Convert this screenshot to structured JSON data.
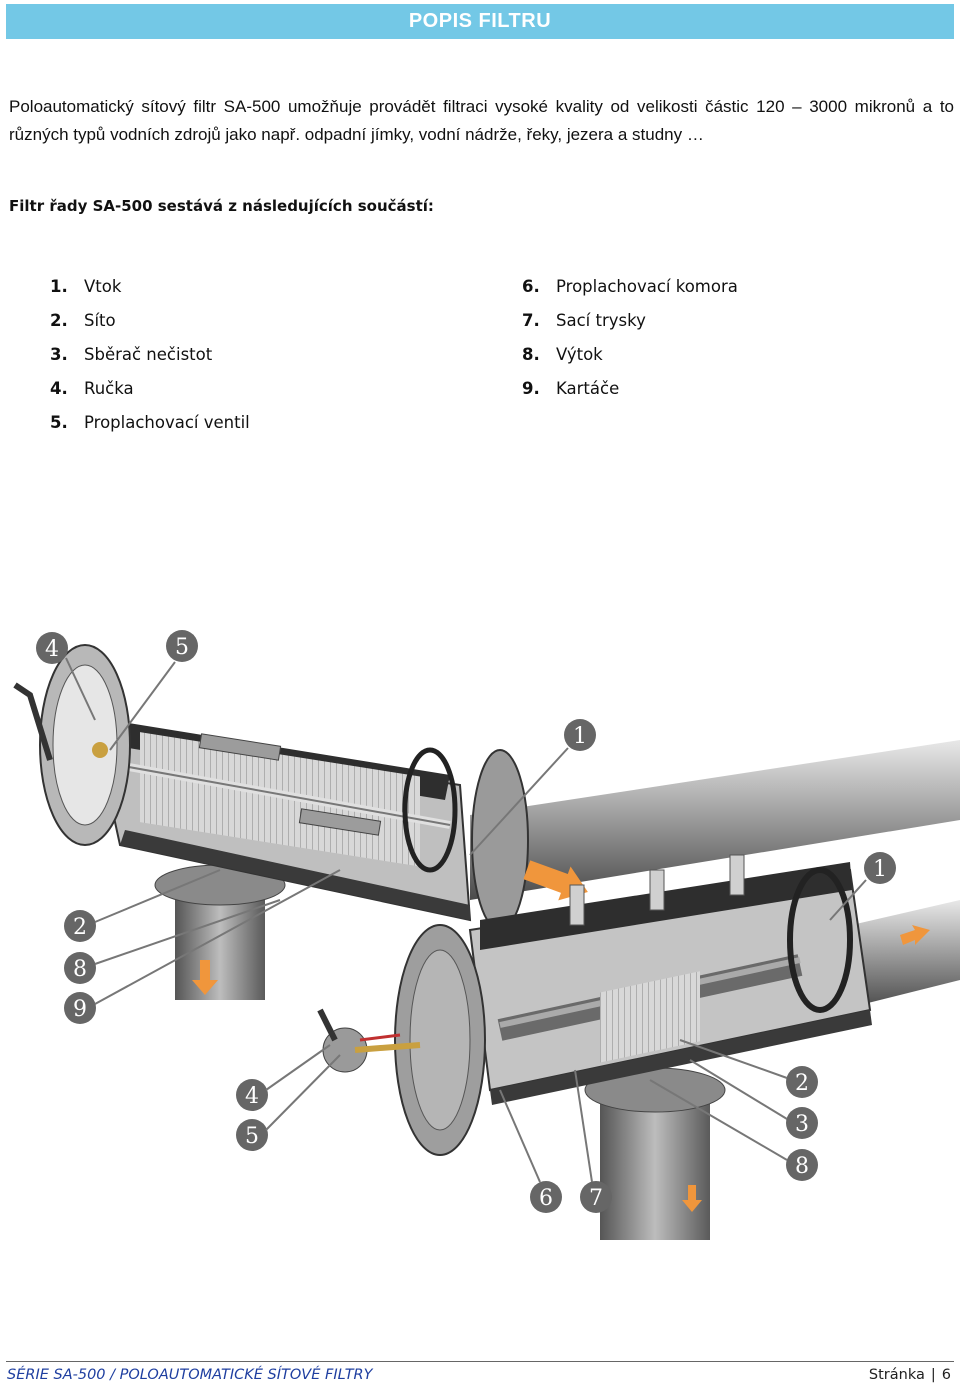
{
  "header": {
    "title": "POPIS FILTRU"
  },
  "intro": {
    "text": "Poloautomatický sítový filtr SA-500 umožňuje provádět filtraci vysoké kvality od velikosti částic 120 – 3000 mikronů a to různých typů vodních zdrojů jako např. odpadní jímky, vodní nádrže, řeky, jezera a studny …"
  },
  "components": {
    "heading": "Filtr řady SA-500 sestává z následujících součástí:",
    "left": [
      {
        "num": "1.",
        "label": "Vtok"
      },
      {
        "num": "2.",
        "label": "Síto"
      },
      {
        "num": "3.",
        "label": "Sběrač nečistot"
      },
      {
        "num": "4.",
        "label": "Ručka"
      },
      {
        "num": "5.",
        "label": "Proplachovací ventil"
      }
    ],
    "right": [
      {
        "num": "6.",
        "label": "Proplachovací komora"
      },
      {
        "num": "7.",
        "label": "Sací trysky"
      },
      {
        "num": "8.",
        "label": "Výtok"
      },
      {
        "num": "9.",
        "label": "Kartáče"
      }
    ]
  },
  "figure": {
    "callouts_top": [
      "4",
      "5",
      "1",
      "2",
      "8",
      "9"
    ],
    "callouts_bottom": [
      "1",
      "4",
      "5",
      "6",
      "7",
      "2",
      "3",
      "8"
    ]
  },
  "footer": {
    "series": "SÉRIE SA-500 / POLOAUTOMATICKÉ SÍTOVÉ FILTRY",
    "page_label": "Stránka",
    "separator": "|",
    "page_number": "6"
  },
  "colors": {
    "header_bg": "#73c8e6",
    "footer_text": "#1f3fa0",
    "arrow": "#f0963c"
  }
}
